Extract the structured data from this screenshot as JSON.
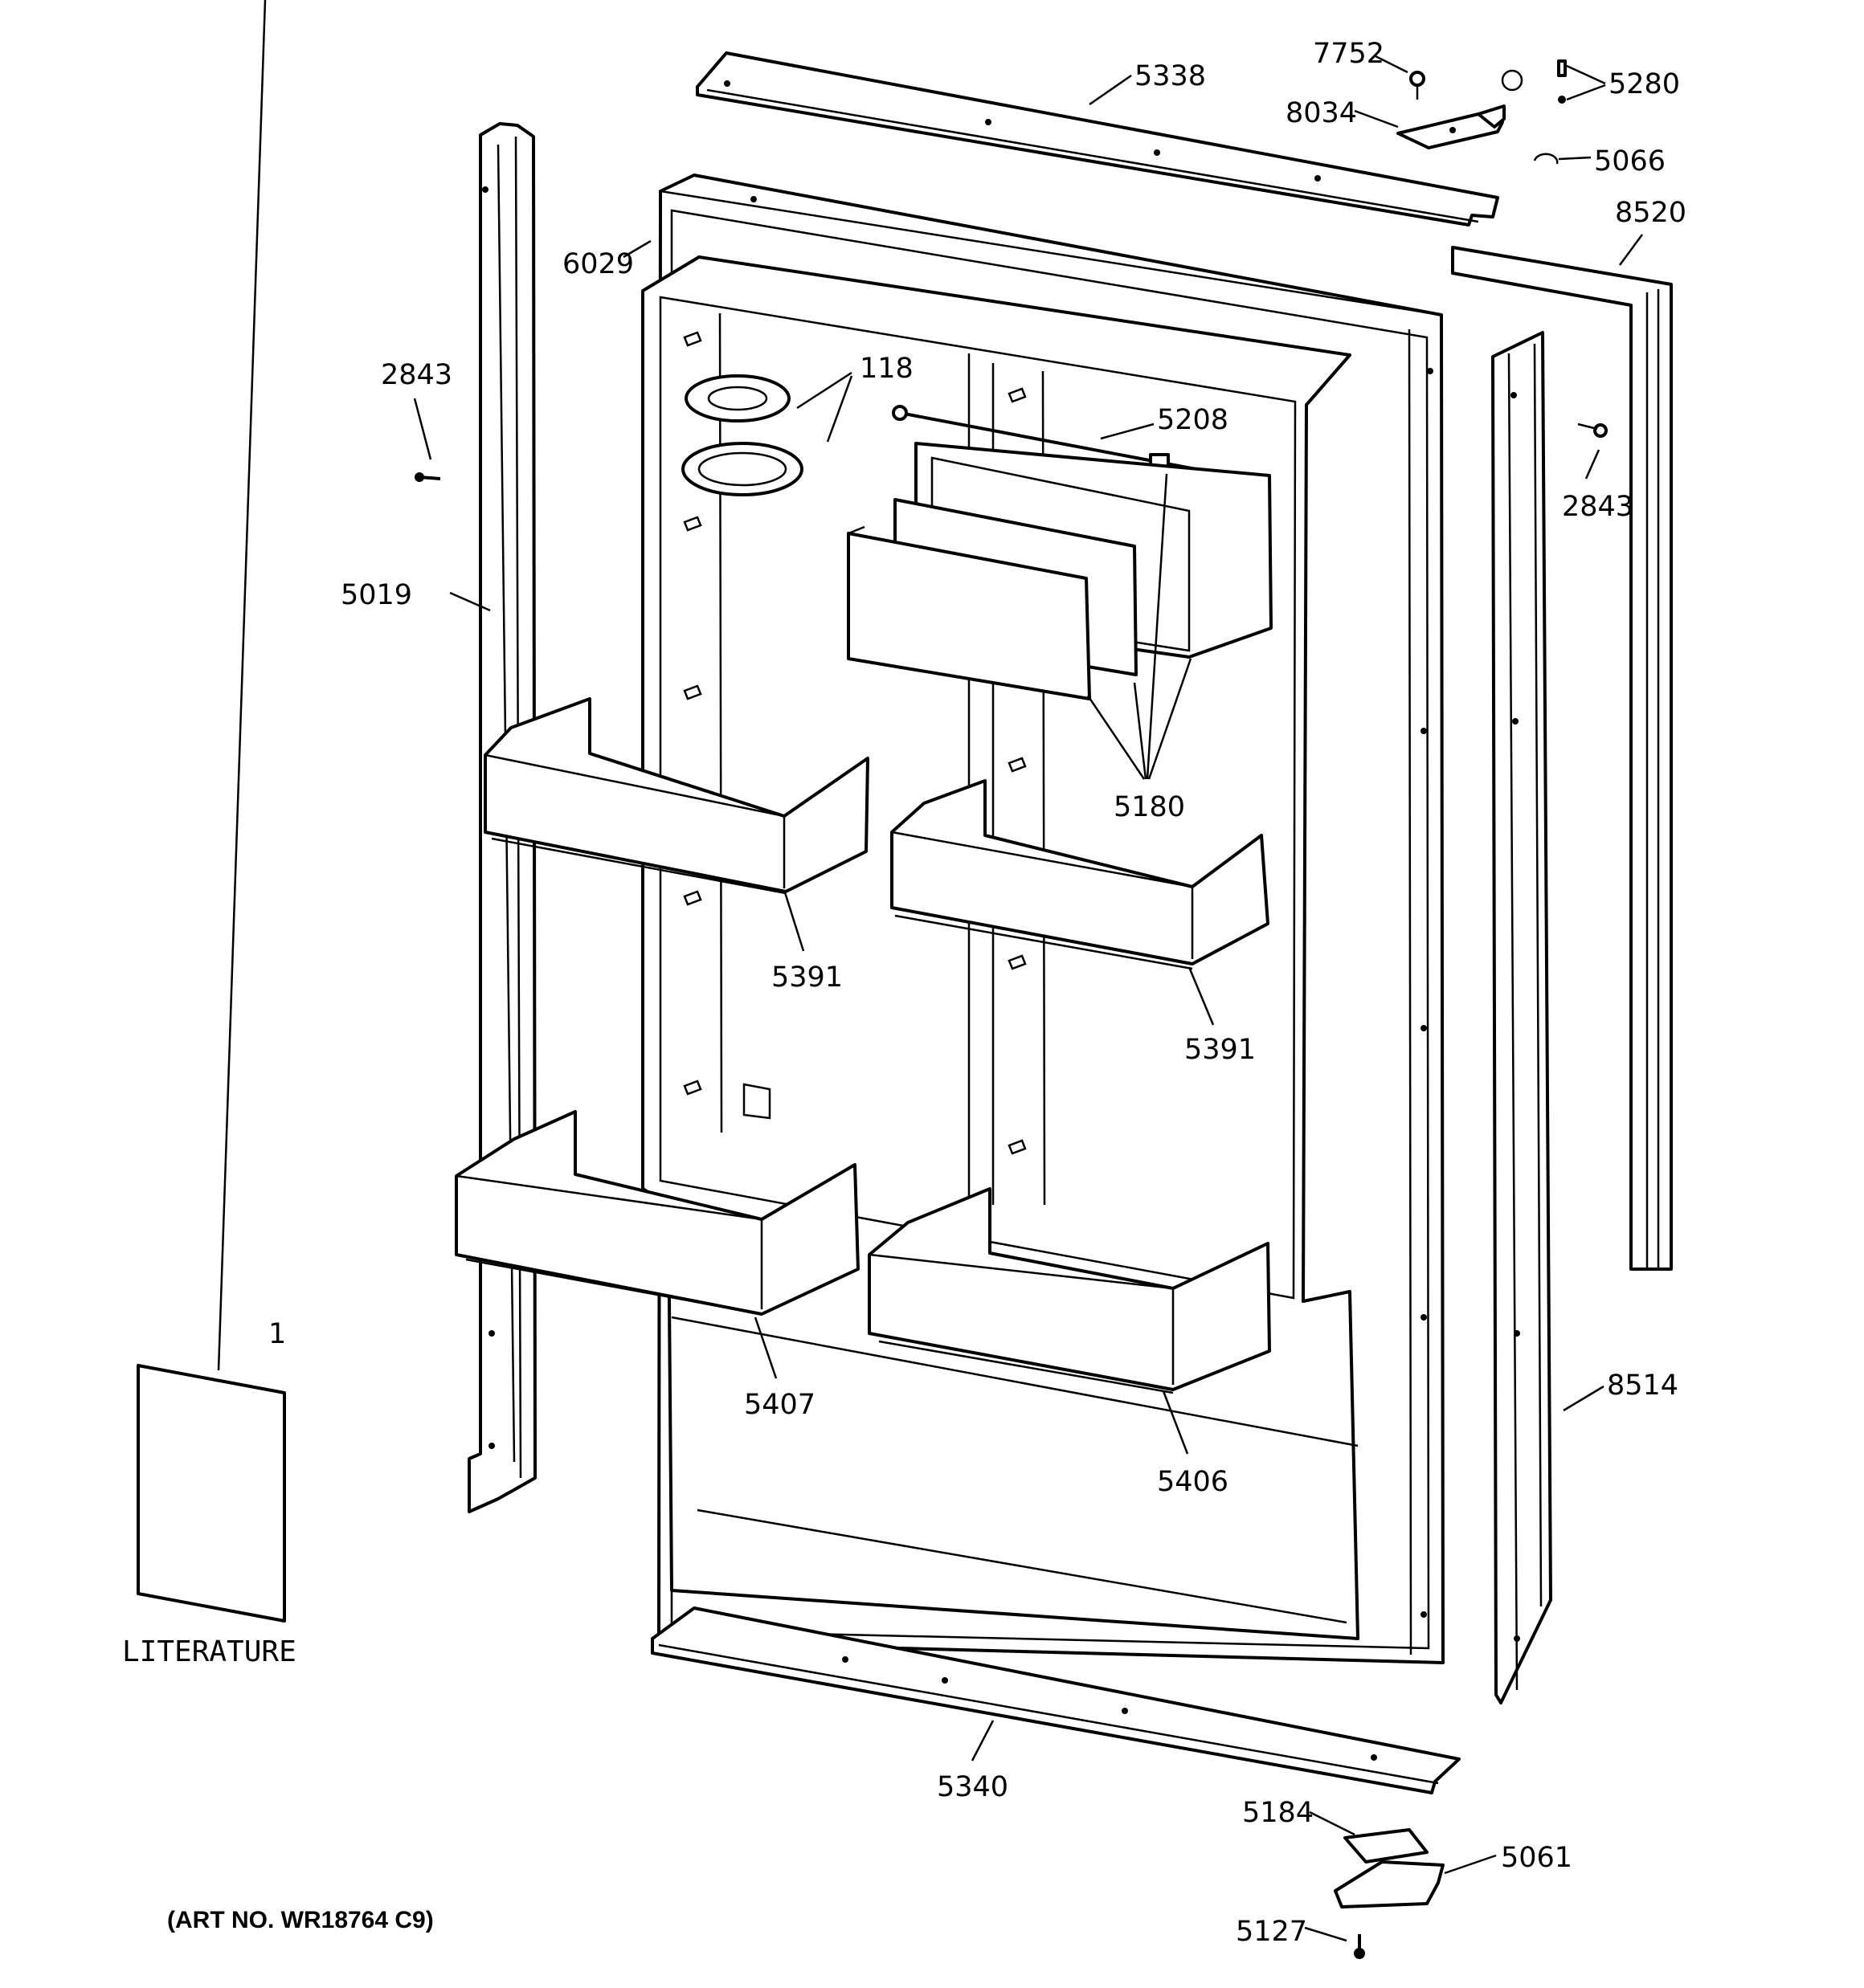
{
  "labels": {
    "l5338": "5338",
    "l7752": "7752",
    "l8034": "8034",
    "l5280": "5280",
    "l5066": "5066",
    "l8520": "8520",
    "l6029": "6029",
    "l2843a": "2843",
    "l118": "118",
    "l5208": "5208",
    "l2843b": "2843",
    "l5019": "5019",
    "l5180": "5180",
    "l5391a": "5391",
    "l5391b": "5391",
    "l1": "1",
    "l5407": "5407",
    "l5406": "5406",
    "l8514": "8514",
    "l5340": "5340",
    "l5184": "5184",
    "l5061": "5061",
    "l5127": "5127"
  },
  "literature_label": "LITERATURE",
  "art_number": "(ART NO. WR18764 C9)"
}
